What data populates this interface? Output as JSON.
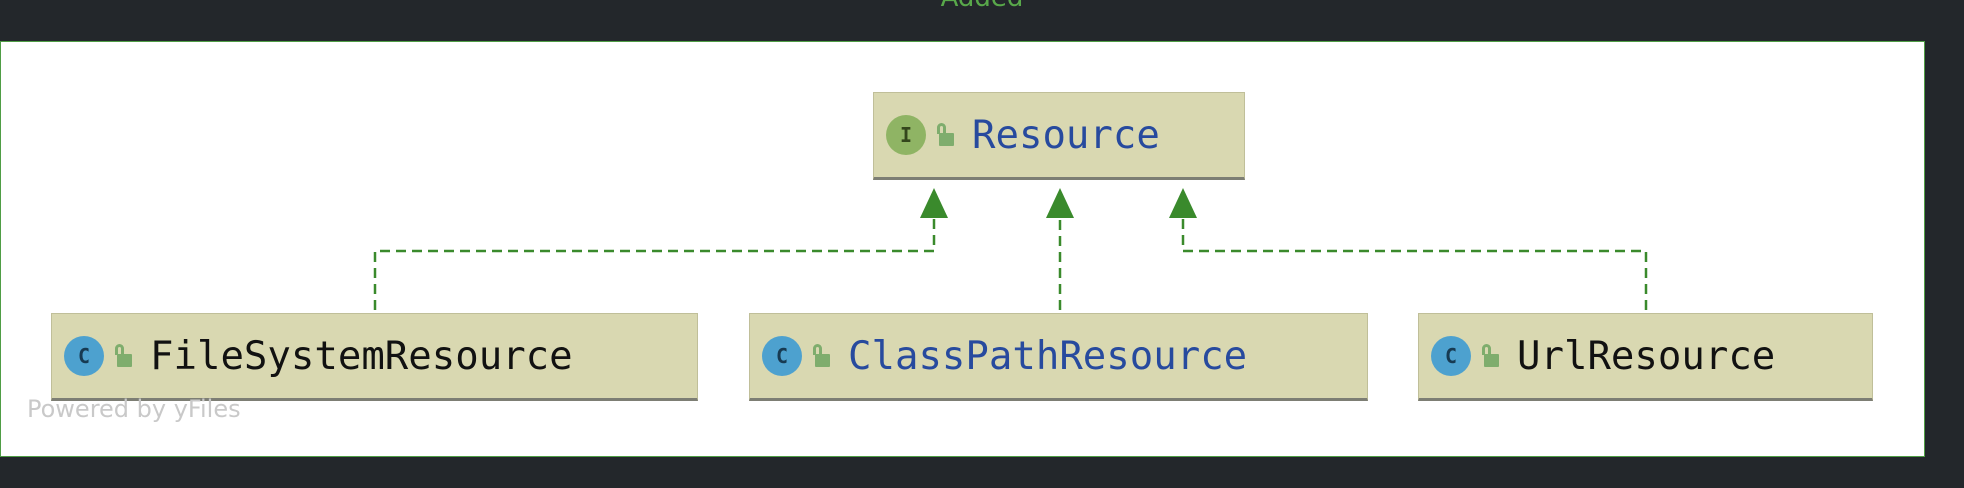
{
  "header": {
    "status_label": "Added"
  },
  "colors": {
    "background": "#23272b",
    "canvas": "#ffffff",
    "canvas_border": "#4f9d45",
    "node_fill": "#d9d8b1",
    "edge": "#3a8a2c",
    "interface_badge": "#8fb464",
    "class_badge": "#4da1cf",
    "name_dark": "#111111",
    "name_blue": "#274a9e",
    "watermark": "#c9c9c9"
  },
  "diagram": {
    "nodes": [
      {
        "id": "resource",
        "kind": "interface",
        "kind_letter": "I",
        "visibility_icon": "unlocked-icon",
        "name": "Resource"
      },
      {
        "id": "filesystem",
        "kind": "class",
        "kind_letter": "C",
        "visibility_icon": "unlocked-icon",
        "name": "FileSystemResource"
      },
      {
        "id": "classpath",
        "kind": "class",
        "kind_letter": "C",
        "visibility_icon": "unlocked-icon",
        "name": "ClassPathResource"
      },
      {
        "id": "url",
        "kind": "class",
        "kind_letter": "C",
        "visibility_icon": "unlocked-icon",
        "name": "UrlResource"
      }
    ],
    "edges": [
      {
        "from": "filesystem",
        "to": "resource",
        "type": "implements",
        "style": "dashed"
      },
      {
        "from": "classpath",
        "to": "resource",
        "type": "implements",
        "style": "dashed"
      },
      {
        "from": "url",
        "to": "resource",
        "type": "implements",
        "style": "dashed"
      }
    ],
    "watermark": "Powered by yFiles"
  }
}
